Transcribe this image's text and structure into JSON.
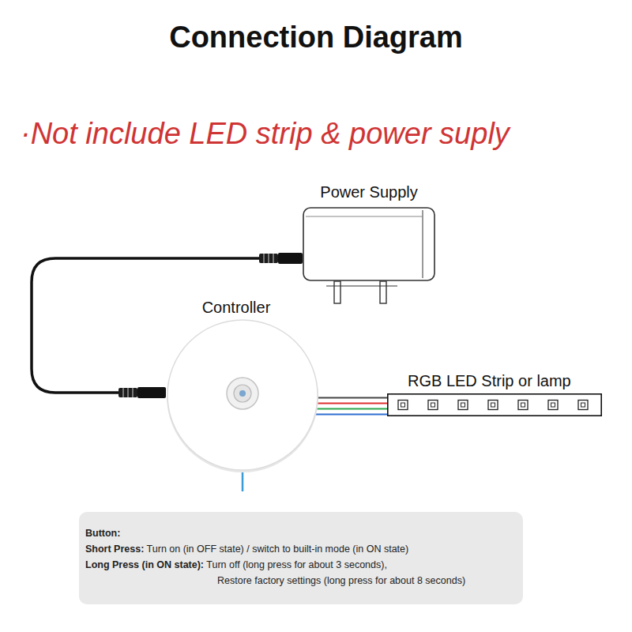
{
  "diagram": {
    "title": "Connection Diagram",
    "nodes": [
      {
        "text": [
          "Power Supply"
        ]
      },
      {
        "text": [
          "Controller"
        ]
      },
      {
        "text": [
          "RGB LED Strip or lamp"
        ]
      },
      {
        "text": [
          "Button:",
          "Short Press:",
          "Turn on (in OFF state) / switch to built-in mode (in ON state)",
          "Long Press (in ON state):",
          "Turn off (long press for about 3 seconds),",
          "Restore factory settings (long press for about 8 seconds)"
        ]
      }
    ],
    "edges": [
      {
        "from": 0,
        "to": 1,
        "arrow": "none"
      },
      {
        "from": 1,
        "to": 2,
        "arrow": "none"
      },
      {
        "from": 3,
        "to": 1,
        "arrow": "to"
      }
    ],
    "labels": [
      "·Not include LED strip & power suply"
    ]
  }
}
